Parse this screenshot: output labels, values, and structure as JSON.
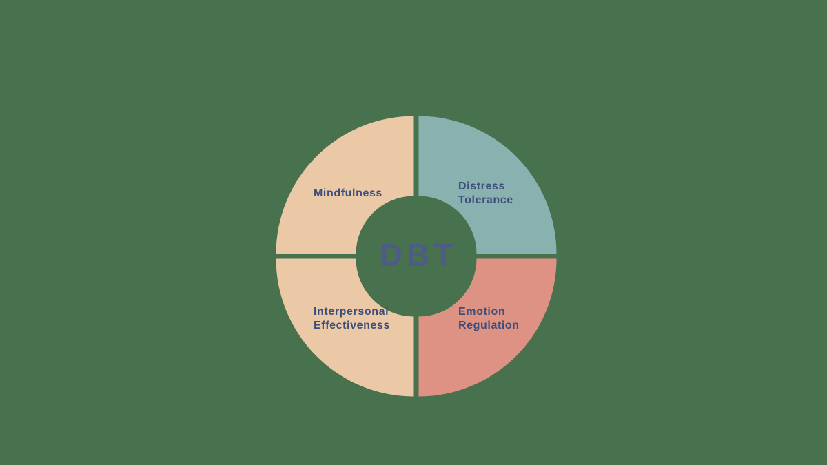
{
  "background_color": "#48714e",
  "label_text_color": "#3d4e7b",
  "center_label": {
    "text": "DBT",
    "color": "#4d5c86"
  },
  "chart_data": {
    "type": "pie",
    "title": "DBT",
    "subtype": "four-quadrant-donut-wheel",
    "segments": [
      {
        "name": "Mindfulness",
        "lines": [
          "Mindfulness"
        ],
        "value": 25,
        "color": "#ebc8a6",
        "position": "top-left"
      },
      {
        "name": "Distress Tolerance",
        "lines": [
          "Distress",
          "Tolerance"
        ],
        "value": 25,
        "color": "#88b1b0",
        "position": "top-right"
      },
      {
        "name": "Emotion Regulation",
        "lines": [
          "Emotion",
          "Regulation"
        ],
        "value": 25,
        "color": "#de9283",
        "position": "bottom-right"
      },
      {
        "name": "Interpersonal Effectiveness",
        "lines": [
          "Interpersonal",
          "Effectiveness"
        ],
        "value": 25,
        "color": "#ebc8a6",
        "position": "bottom-left"
      }
    ]
  }
}
